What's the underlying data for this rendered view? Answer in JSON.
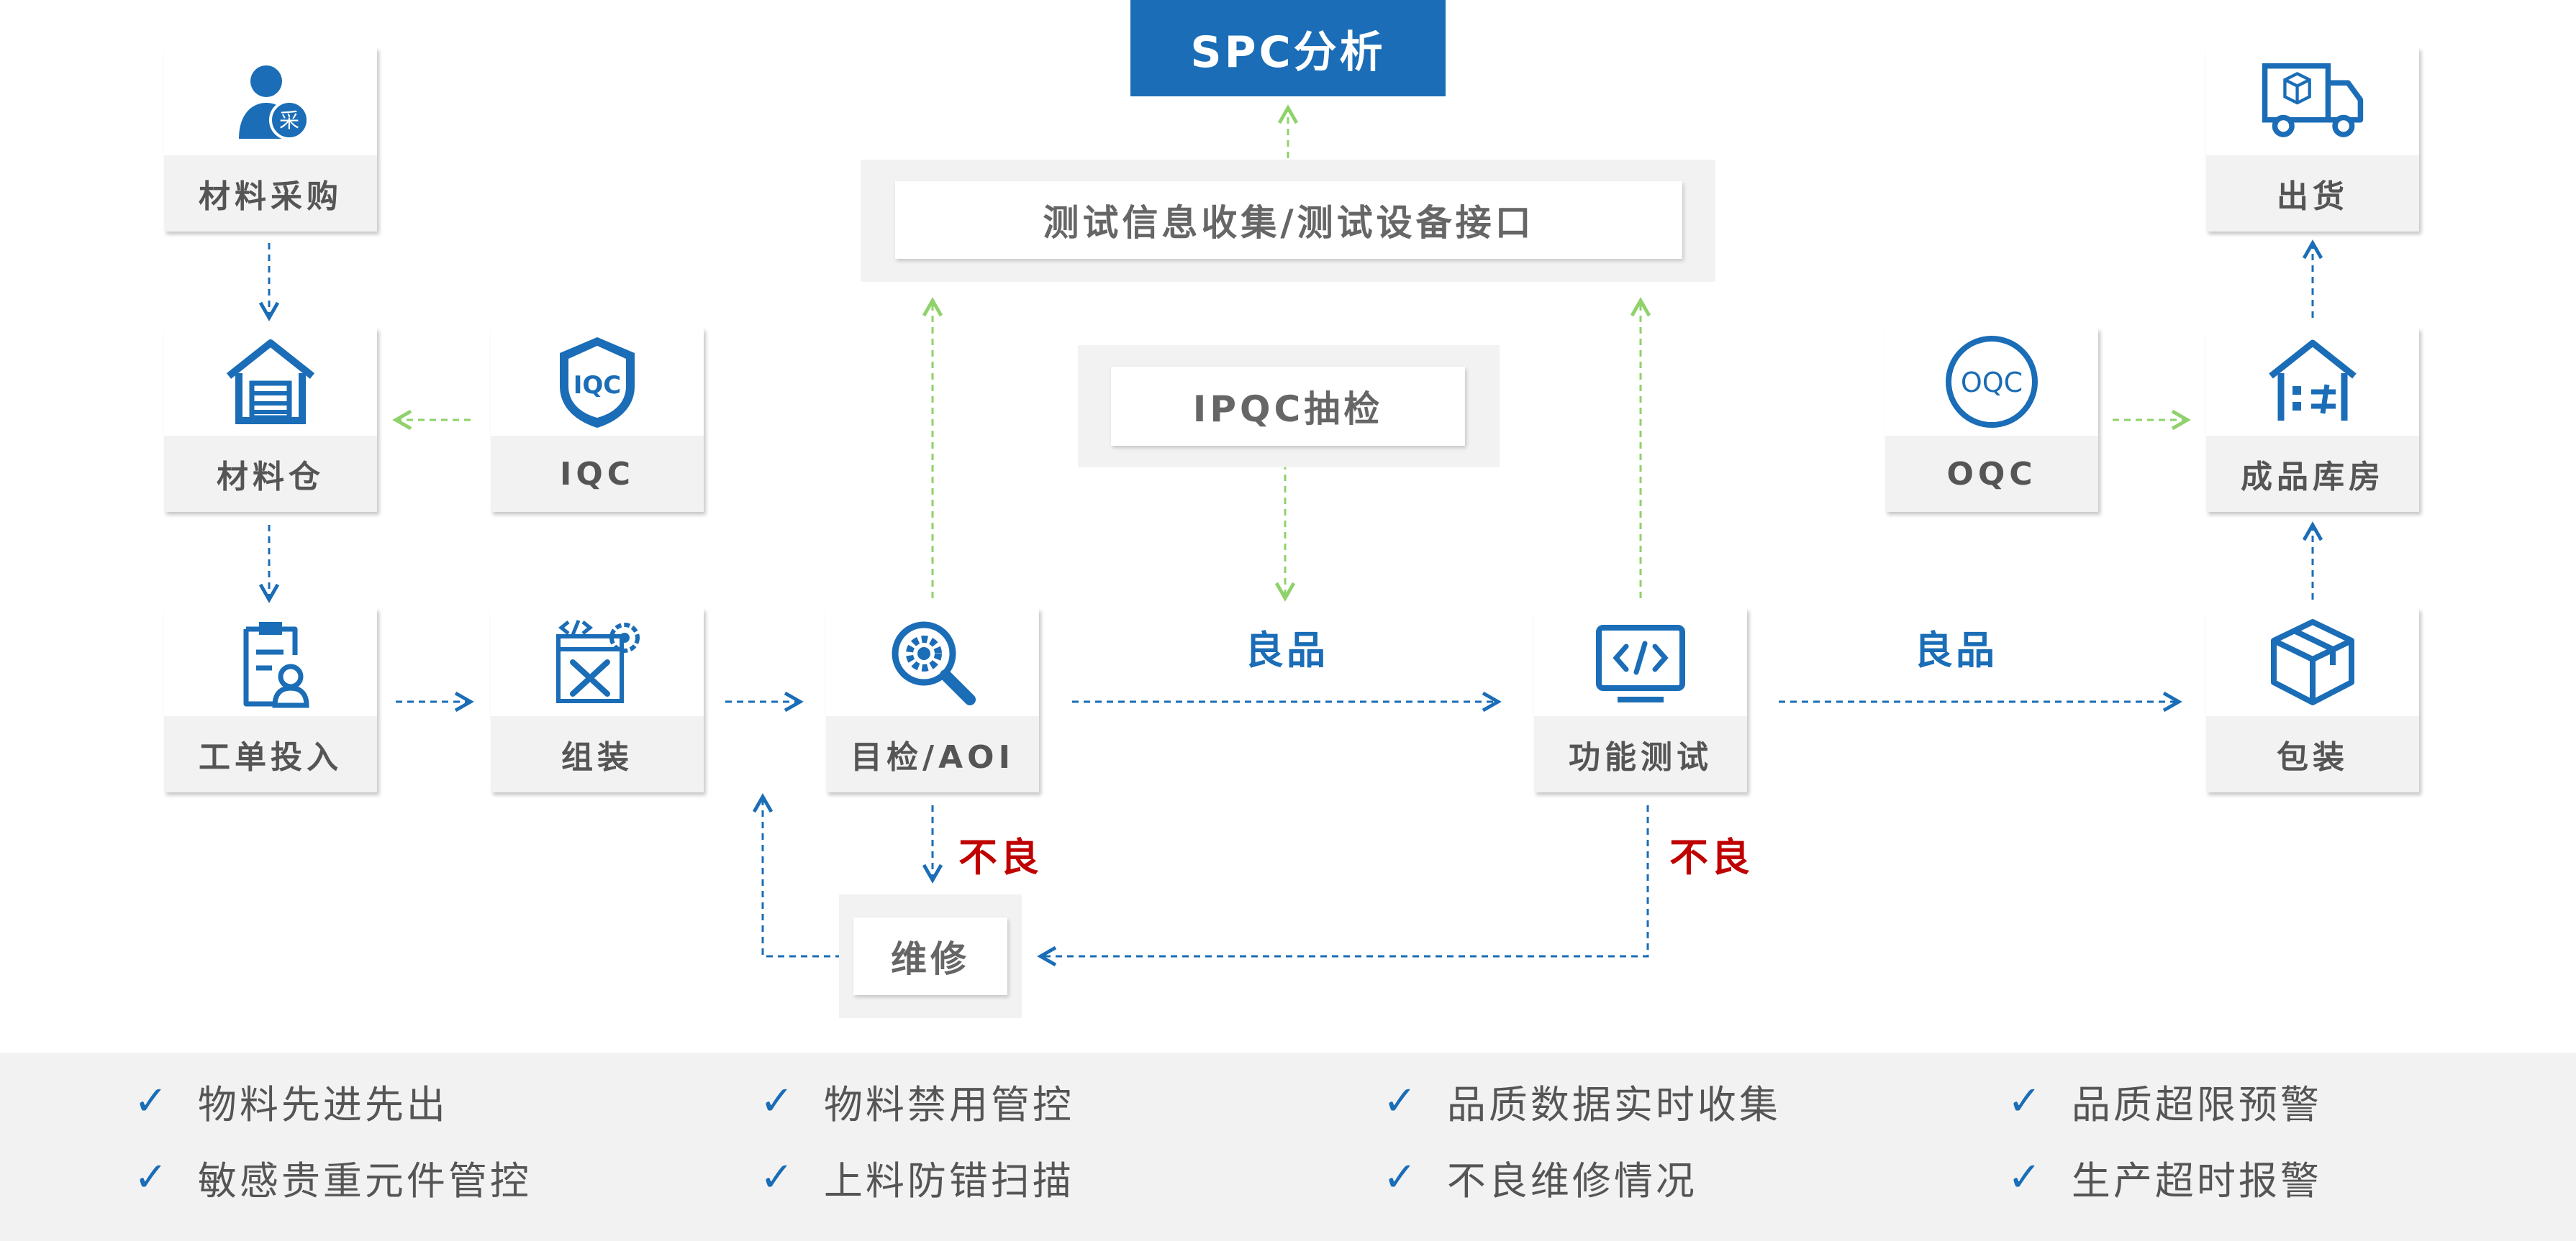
{
  "colors": {
    "blue": "#1a6db6",
    "green": "#8fd16b",
    "red": "#c00000",
    "grey_text": "#555555"
  },
  "top": {
    "spc_label": "SPC分析"
  },
  "collect_label": "测试信息收集/测试设备接口",
  "ipqc_label": "IPQC抽检",
  "nodes": {
    "purchase": {
      "label": "材料采购",
      "icon": "purchase-person-icon",
      "badge": "采"
    },
    "warehouse": {
      "label": "材料仓",
      "icon": "warehouse-icon"
    },
    "iqc": {
      "label": "IQC",
      "icon": "iqc-shield-icon",
      "badge": "IQC"
    },
    "workorder": {
      "label": "工单投入",
      "icon": "clipboard-user-icon"
    },
    "assembly": {
      "label": "组装",
      "icon": "assembly-tools-icon"
    },
    "aoi": {
      "label": "目检/AOI",
      "icon": "magnifier-gear-icon"
    },
    "functest": {
      "label": "功能测试",
      "icon": "monitor-code-icon"
    },
    "packing": {
      "label": "包装",
      "icon": "package-box-icon"
    },
    "oqc": {
      "label": "OQC",
      "icon": "oqc-circle-icon",
      "badge": "OQC"
    },
    "finished": {
      "label": "成品库房",
      "icon": "finished-warehouse-icon"
    },
    "shipping": {
      "label": "出货",
      "icon": "delivery-truck-icon"
    },
    "repair": {
      "label": "维修"
    }
  },
  "flow_labels": {
    "good_1": "良品",
    "good_2": "良品",
    "bad_1": "不良",
    "bad_2": "不良"
  },
  "features": [
    "物料先进先出",
    "物料禁用管控",
    "品质数据实时收集",
    "品质超限预警",
    "敏感贵重元件管控",
    "上料防错扫描",
    "不良维修情况",
    "生产超时报警"
  ],
  "check_glyph": "✓"
}
